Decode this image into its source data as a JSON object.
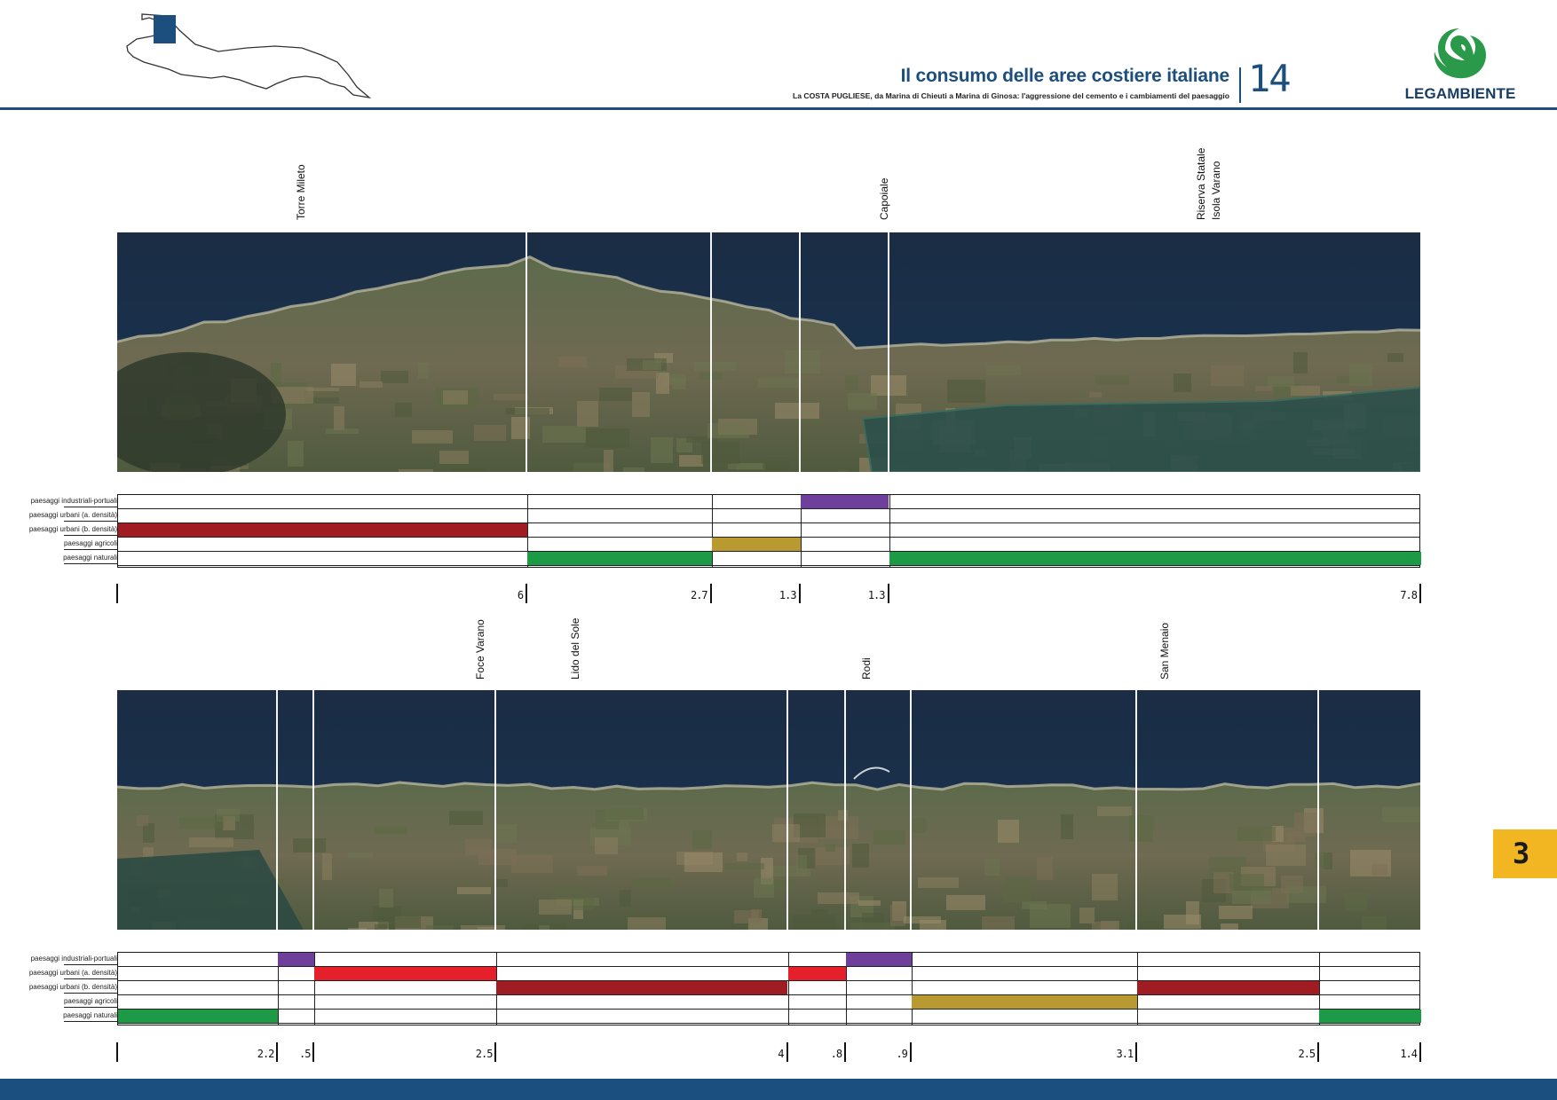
{
  "header": {
    "title": "Il consumo delle aree costiere italiane",
    "subtitle": "La COSTA PUGLIESE, da Marina di Chieuti a Marina di Ginosa: l'aggressione del cemento e i cambiamenti del paesaggio",
    "page_number": "14",
    "logo_text": "LEGAMBIENTE",
    "chapter_tab": "3"
  },
  "colors": {
    "brand_blue": "#1d4f7e",
    "industrial": "#6f3f9c",
    "urban_high": "#e5202a",
    "urban_low": "#9f1c22",
    "agricultural": "#b99a30",
    "natural": "#1c9a45",
    "tab_yellow": "#f2b622"
  },
  "categories": [
    "paesaggi industriali-portuali",
    "paesaggi urbani (a. densità)",
    "paesaggi urbani (b. densità)",
    "paesaggi agricoli",
    "paesaggi naturali"
  ],
  "strips": [
    {
      "place_labels": [
        {
          "lines": [
            "Torre Mileto"
          ],
          "km": 2.7
        },
        {
          "lines": [
            "Capoiale"
          ],
          "km": 11.25
        },
        {
          "lines": [
            "Riserva Statale",
            "Isola Varano"
          ],
          "km": 15.9
        }
      ],
      "segments": [
        {
          "length": 6,
          "label": "6",
          "category": "paesaggi urbani (b. densità)"
        },
        {
          "length": 2.7,
          "label": "2.7",
          "category": "paesaggi naturali"
        },
        {
          "length": 1.3,
          "label": "1.3",
          "category": "paesaggi agricoli"
        },
        {
          "length": 1.3,
          "label": "1.3",
          "category": "paesaggi industriali-portuali"
        },
        {
          "length": 7.8,
          "label": "7.8",
          "category": "paesaggi naturali"
        }
      ]
    },
    {
      "place_labels": [
        {
          "lines": [
            "Foce Varano"
          ],
          "km": 5.0
        },
        {
          "lines": [
            "Lido del Sole"
          ],
          "km": 6.3
        },
        {
          "lines": [
            "Rodi"
          ],
          "km": 10.3
        },
        {
          "lines": [
            "San Menaio"
          ],
          "km": 14.4
        }
      ],
      "segments": [
        {
          "length": 2.2,
          "label": "2.2",
          "category": "paesaggi naturali"
        },
        {
          "length": 0.5,
          "label": ".5",
          "category": "paesaggi industriali-portuali"
        },
        {
          "length": 2.5,
          "label": "2.5",
          "category": "paesaggi urbani (a. densità)"
        },
        {
          "length": 4,
          "label": "4",
          "category": "paesaggi urbani (b. densità)"
        },
        {
          "length": 0.8,
          "label": ".8",
          "category": "paesaggi urbani (a. densità)"
        },
        {
          "length": 0.9,
          "label": ".9",
          "category": "paesaggi industriali-portuali"
        },
        {
          "length": 3.1,
          "label": "3.1",
          "category": "paesaggi agricoli"
        },
        {
          "length": 2.5,
          "label": "2.5",
          "category": "paesaggi urbani (b. densità)"
        },
        {
          "length": 1.4,
          "label": "1.4",
          "category": "paesaggi naturali"
        }
      ]
    }
  ]
}
